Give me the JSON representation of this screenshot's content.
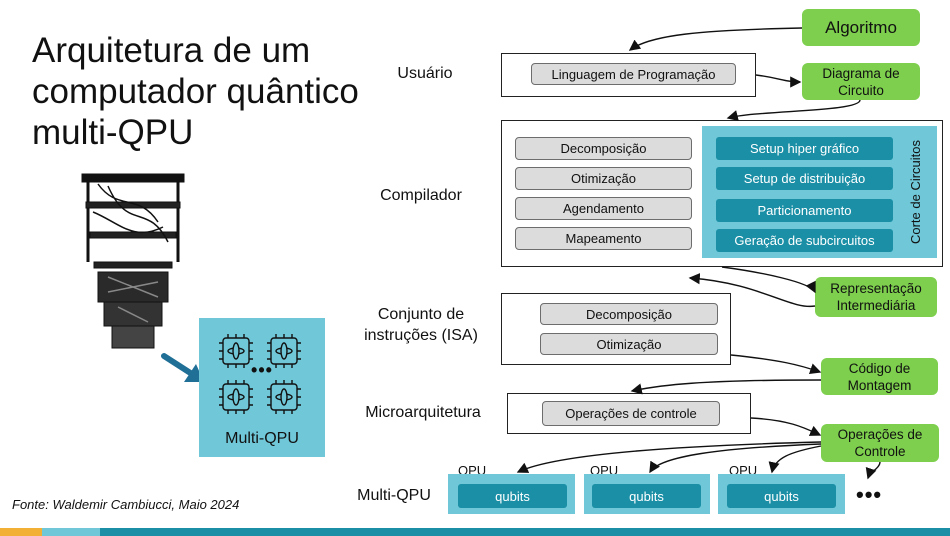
{
  "title": "Arquitetura de um computador quântico multi-QPU",
  "source": "Fonte: Waldemir Cambiucci, Maio 2024",
  "multi_qpu_card": {
    "label": "Multi-QPU",
    "dots": "•••"
  },
  "layers": {
    "usuario": "Usuário",
    "compilador": "Compilador",
    "isa": "Conjunto de instruções (ISA)",
    "microarq": "Microarquitetura",
    "multiqpu": "Multi-QPU"
  },
  "usuario_box": {
    "item": "Linguagem de Programação"
  },
  "compilador_box": {
    "gray_items": [
      "Decomposição",
      "Otimização",
      "Agendamento",
      "Mapeamento"
    ],
    "teal_items": [
      "Setup hiper gráfico",
      "Setup de distribuição",
      "Particionamento",
      "Geração de subcircuitos"
    ],
    "vertical_label": "Corte de Circuitos"
  },
  "isa_box": {
    "items": [
      "Decomposição",
      "Otimização"
    ]
  },
  "microarq_box": {
    "item": "Operações de controle"
  },
  "green_boxes": {
    "algoritmo": "Algoritmo",
    "diagrama": "Diagrama de Circuito",
    "representacao": "Representação Intermediária",
    "codigo": "Código de Montagem",
    "operacoes": "Operações de Controle"
  },
  "qpus": [
    {
      "label": "QPU",
      "inner": "qubits"
    },
    {
      "label": "QPU",
      "inner": "qubits"
    },
    {
      "label": "QPU",
      "inner": "qubits"
    }
  ],
  "more_qpus": "•••",
  "colors": {
    "green": "#7dcf4d",
    "teal": "#1a8fa6",
    "light_teal": "#6fc7d8",
    "gray": "#dcdcdc"
  }
}
